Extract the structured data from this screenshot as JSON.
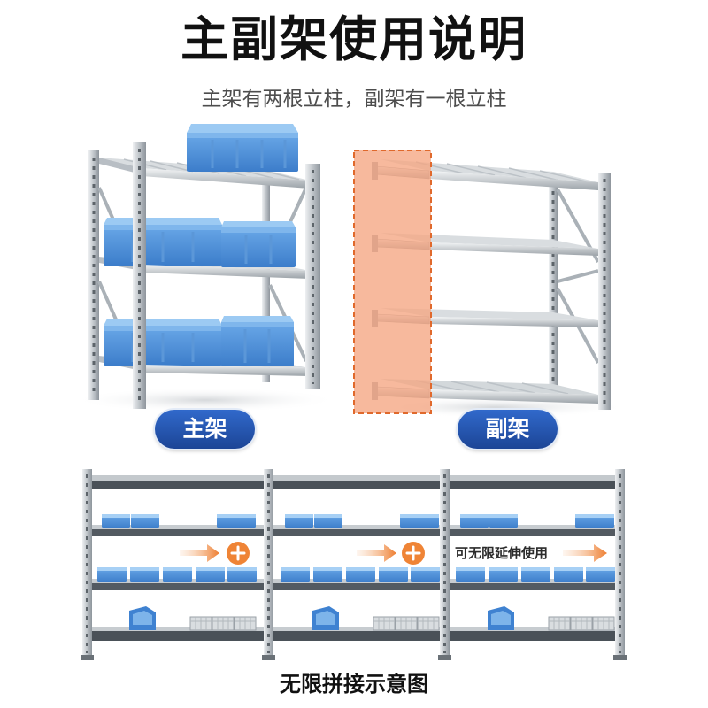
{
  "header": {
    "title": "主副架使用说明",
    "subtitle": "主架有两根立柱，副架有一根立柱"
  },
  "main_rack": {
    "label": "主架"
  },
  "sub_rack": {
    "label": "副架"
  },
  "splice_diagram": {
    "callout": "可无限延伸使用",
    "caption": "无限拼接示意图"
  },
  "icons": {
    "join": "plus-icon",
    "extend": "arrow-right-icon"
  },
  "colors": {
    "label_pill": "#1d4a9e",
    "highlight": "#f5a582",
    "arrow": "#ee7d2f",
    "storage_box": "#4a8fdb"
  }
}
